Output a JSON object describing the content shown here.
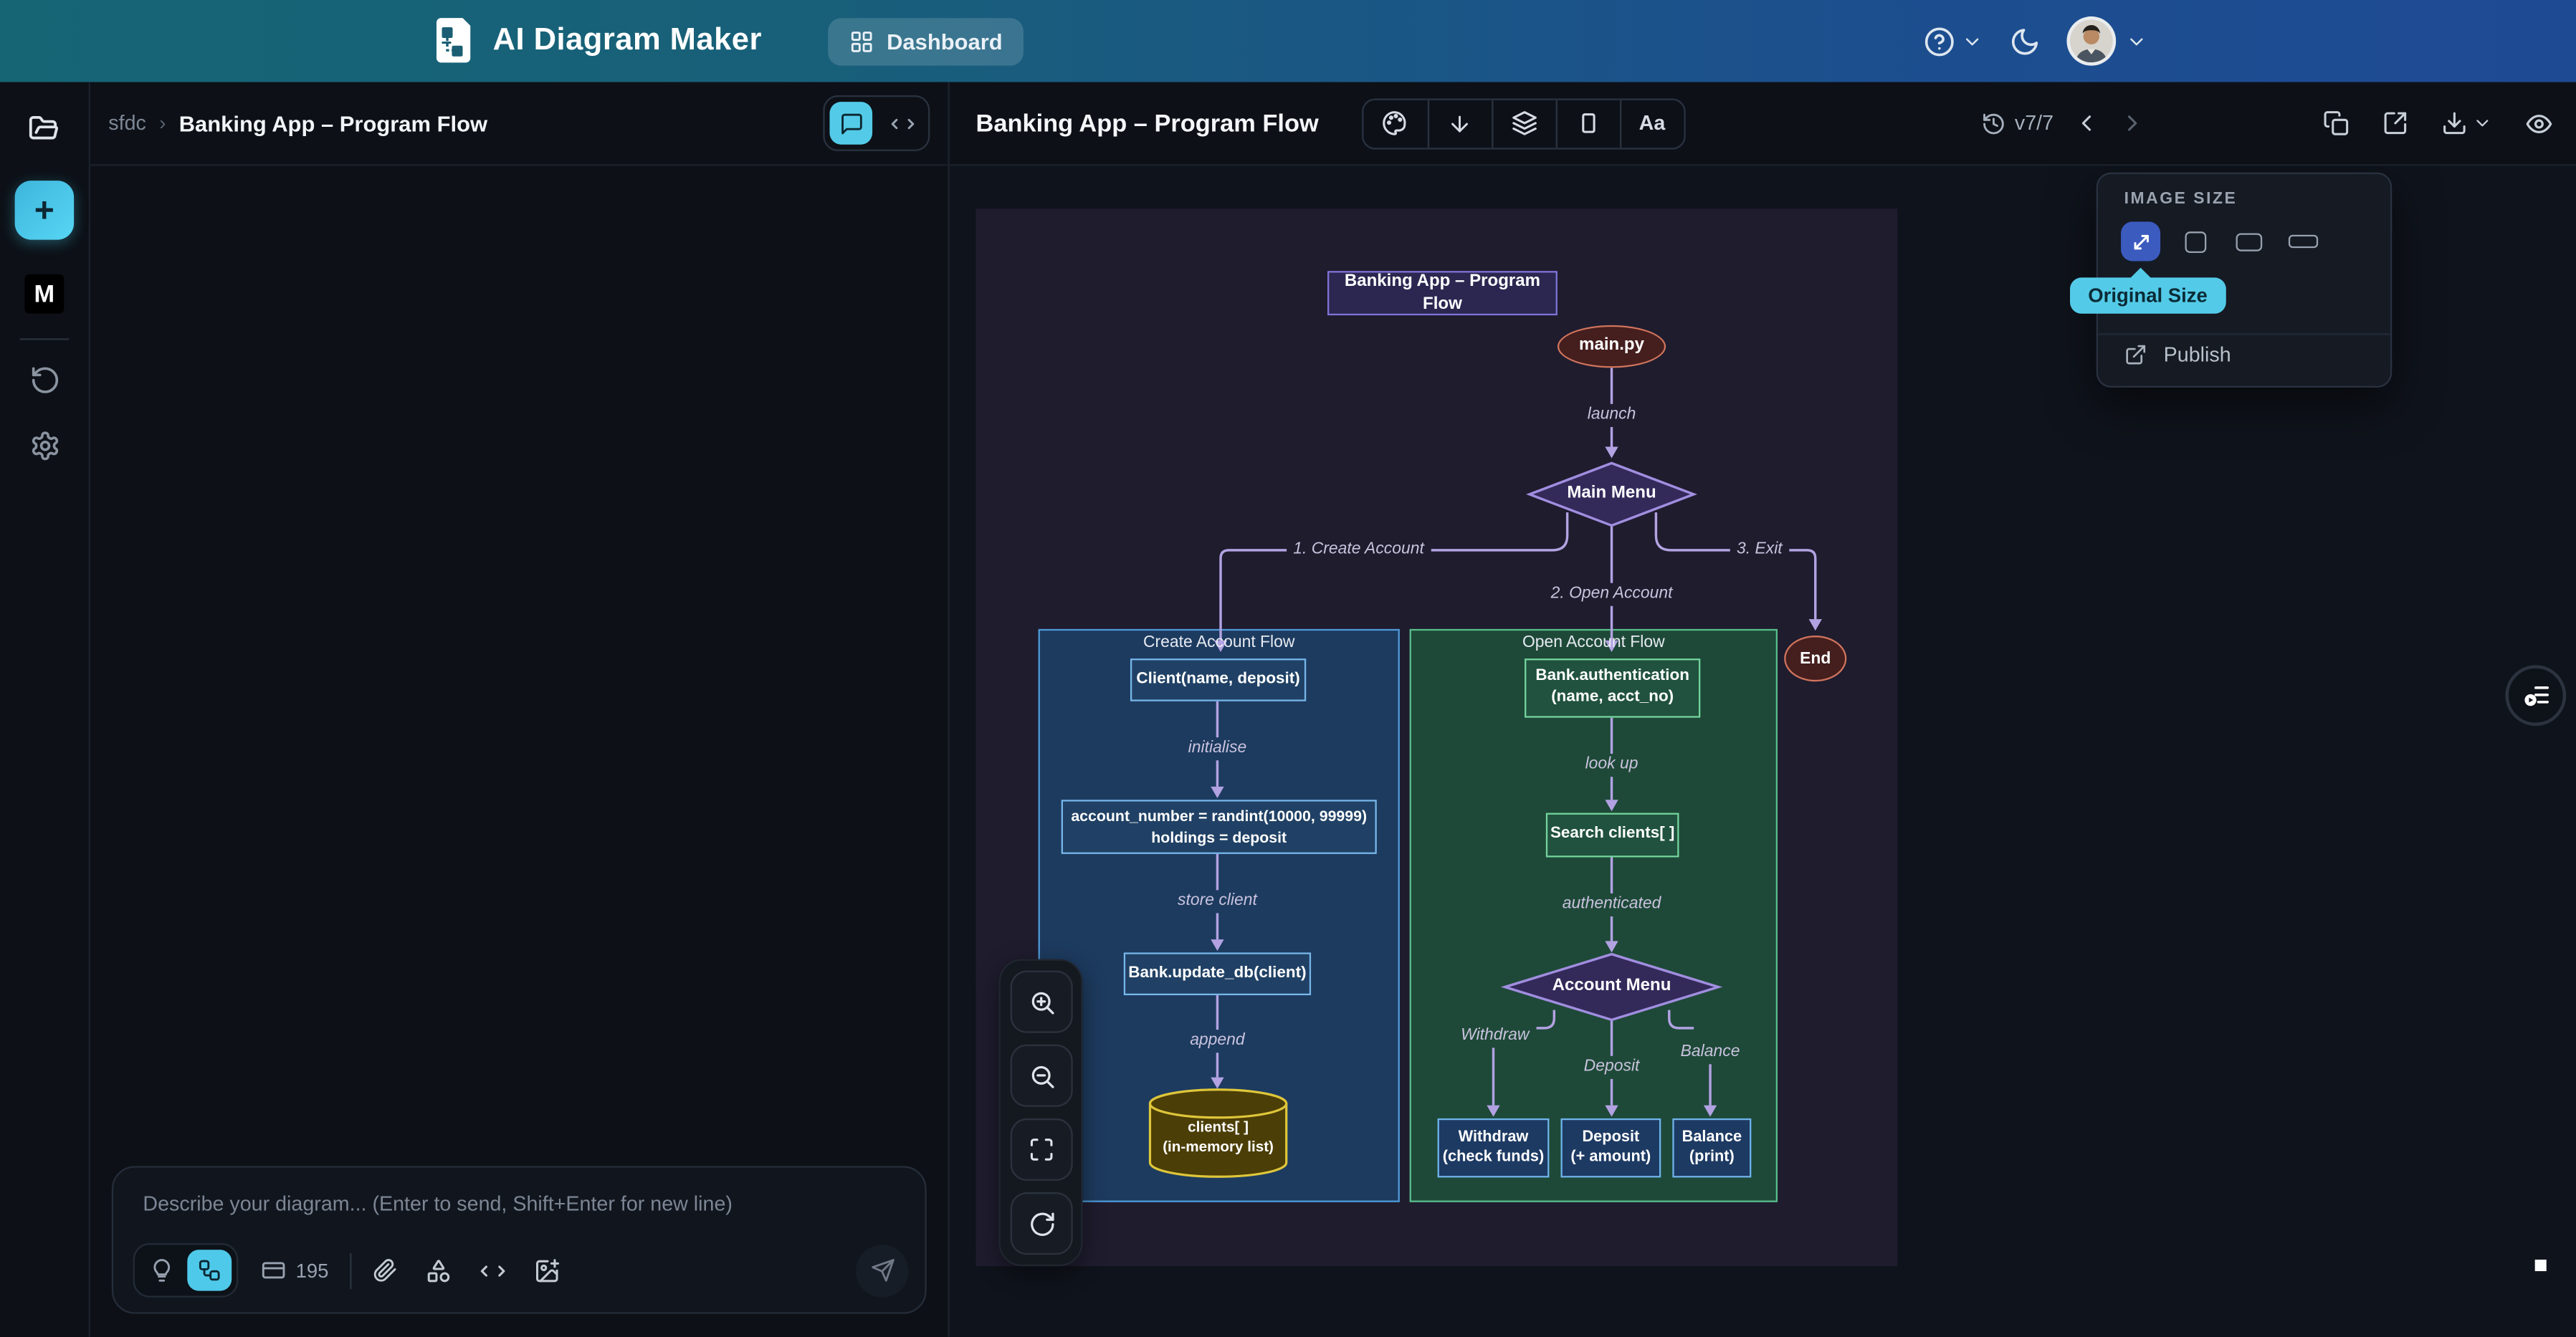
{
  "navbar": {
    "brand": "AI Diagram Maker",
    "dashboard": "Dashboard"
  },
  "sidebar": {
    "new_button": "+",
    "logo_letter": "M"
  },
  "breadcrumb": {
    "project": "sfdc",
    "separator": "›",
    "title": "Banking App – Program Flow"
  },
  "canvas_header": {
    "title": "Banking App – Program Flow",
    "version": "v7/7",
    "font_tool": "Aa"
  },
  "image_size": {
    "heading": "IMAGE SIZE",
    "tooltip": "Original Size",
    "publish": "Publish"
  },
  "chat": {
    "placeholder": "Describe your diagram... (Enter to send, Shift+Enter for new line)",
    "credits": "195"
  },
  "diagram": {
    "clusters": {
      "create": "Create Account Flow",
      "open": "Open Account Flow"
    },
    "nodes": {
      "title": "Banking App – Program Flow",
      "start": "main.py",
      "main_menu": "Main Menu",
      "end": "End",
      "client": "Client(name, deposit)",
      "randint_line1": "account_number = randint(10000, 99999)",
      "randint_line2": "holdings = deposit",
      "update_db": "Bank.update_db(client)",
      "clients_line1": "clients[ ]",
      "clients_line2": "(in-memory list)",
      "auth_line1": "Bank.authentication",
      "auth_line2": "(name, acct_no)",
      "search": "Search clients[ ]",
      "account_menu": "Account Menu",
      "withdraw_line1": "Withdraw",
      "withdraw_line2": "(check funds)",
      "deposit_line1": "Deposit",
      "deposit_line2": "(+ amount)",
      "balance_line1": "Balance",
      "balance_line2": "(print)"
    },
    "edges": {
      "launch": "launch",
      "create_account": "1. Create Account",
      "open_account": "2. Open Account",
      "exit": "3. Exit",
      "initialise": "initialise",
      "store_client": "store client",
      "append": "append",
      "look_up": "look up",
      "authenticated": "authenticated",
      "withdraw": "Withdraw",
      "deposit": "Deposit",
      "balance": "Balance"
    }
  },
  "colors": {
    "accent_cyan": "#53cbe8",
    "active_blue": "#3b5bbf",
    "navbar_teal": "#156575",
    "navbar_blue": "#1e4a94",
    "diagram_bg": "#1f1c2e",
    "cluster_blue": "#1d3b5f",
    "cluster_green": "#1e4938",
    "node_red": "#451e1e",
    "node_purple": "#332a5a",
    "cylinder_yellow": "#4c3e07",
    "edge_purple": "#b2a2e2"
  }
}
